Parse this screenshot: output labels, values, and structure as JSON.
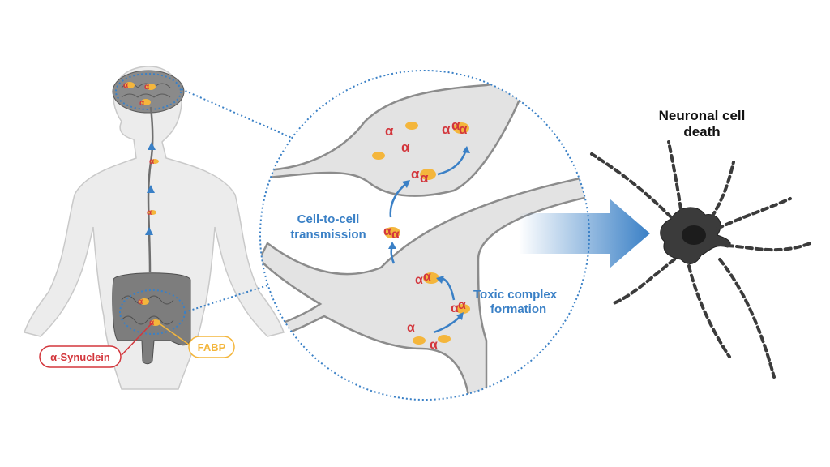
{
  "labels": {
    "alpha_synuclein": "α-Synuclein",
    "fabp": "FABP",
    "cell_to_cell_line1": "Cell-to-cell",
    "cell_to_cell_line2": "transmission",
    "toxic_line1": "Toxic complex",
    "toxic_line2": "formation",
    "death_line1": "Neuronal cell",
    "death_line2": "death",
    "alpha_glyph": "α"
  },
  "colors": {
    "blue": "#3a80c6",
    "synuclein_red": "#d3363c",
    "fabp_orange": "#f4b63c",
    "tissue_gray": "#e3e3e3",
    "outline_gray": "#8c8c8c",
    "dead_neuron": "#3b3b3b"
  }
}
